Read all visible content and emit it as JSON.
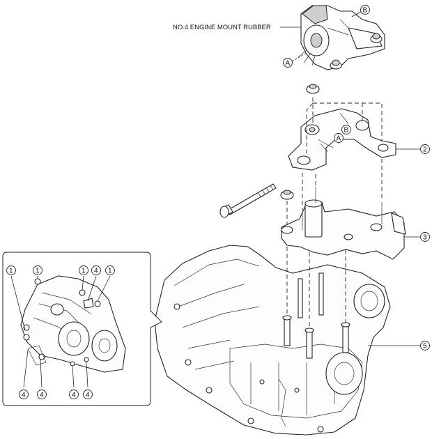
{
  "labels": {
    "engine_mount_rubber": "NO.4 ENGINE MOUNT RUBBER"
  },
  "callouts": {
    "one": "1",
    "two": "2",
    "three": "3",
    "four": "4",
    "five": "5",
    "a": "A",
    "b": "B"
  }
}
